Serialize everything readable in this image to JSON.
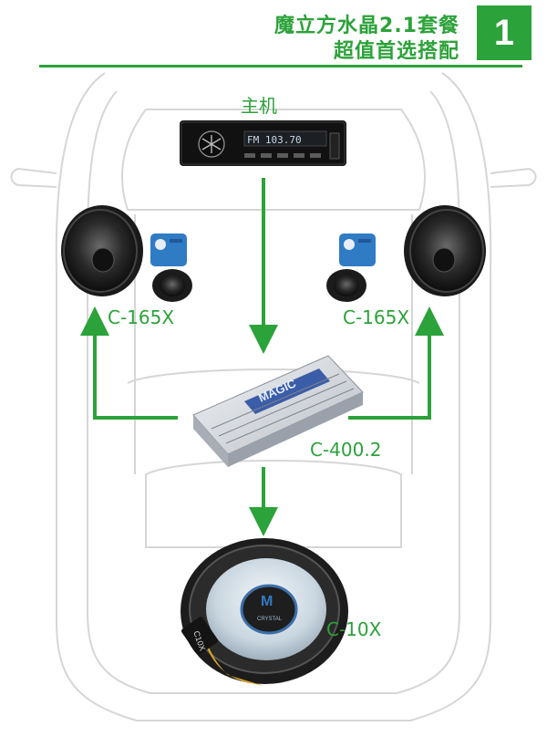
{
  "title": {
    "line1": "魔立方水晶2.1套餐",
    "line2": "超值首选搭配",
    "badge": "1"
  },
  "components": {
    "head_unit": {
      "label": "主机",
      "display_text": "FM 103.70"
    },
    "left_speakers": {
      "label": "C-165X"
    },
    "right_speakers": {
      "label": "C-165X"
    },
    "amplifier": {
      "label": "C-400.2",
      "brand": "MAGIC"
    },
    "subwoofer": {
      "label": "C-10X",
      "logo_text": "CRYSTAL",
      "model_text": "C10X"
    }
  },
  "colors": {
    "accent": "#2ca23a",
    "car_outline": "#d6d6d6",
    "speaker_body": "#222222",
    "amp_body": "#d9dde3",
    "amp_panel": "#3b5da8",
    "sub_cone": "#d7e2ea",
    "sub_basket": "#d6a522",
    "crossover_box": "#2f7bc4"
  },
  "icons": {
    "head_unit": "car-stereo-icon",
    "speakers": "component-speaker-icon",
    "amplifier": "amplifier-icon",
    "subwoofer": "subwoofer-icon"
  }
}
